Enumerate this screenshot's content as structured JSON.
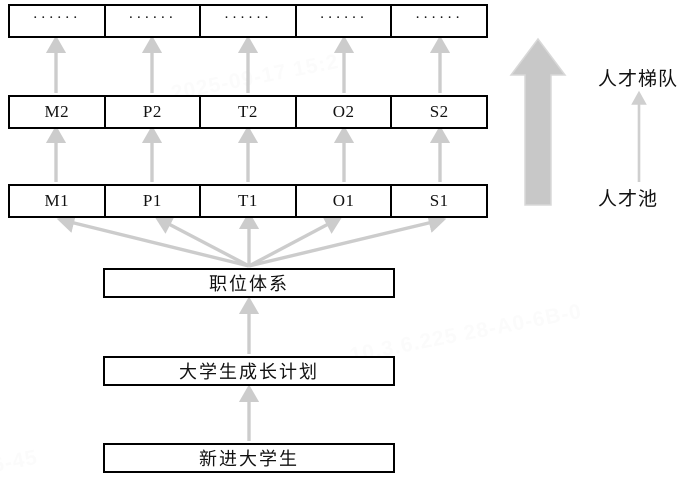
{
  "diagram": {
    "title": "talent-pipeline-career-ladder",
    "colors": {
      "box_border": "#000000",
      "text": "#111111",
      "arrow_gray": "#cccccc",
      "block_arrow_gray": "#c8c8c8",
      "background": "#ffffff",
      "watermark": "#fbfbfb"
    },
    "rows": [
      {
        "id": "row-top",
        "name": "ellipsis-row",
        "cells": [
          {
            "label": "······"
          },
          {
            "label": "······"
          },
          {
            "label": "······"
          },
          {
            "label": "······"
          },
          {
            "label": "······"
          }
        ]
      },
      {
        "id": "row-mid",
        "name": "level-2-row",
        "cells": [
          {
            "label": "M2"
          },
          {
            "label": "P2"
          },
          {
            "label": "T2"
          },
          {
            "label": "O2"
          },
          {
            "label": "S2"
          }
        ]
      },
      {
        "id": "row-base",
        "name": "level-1-row",
        "cells": [
          {
            "label": "M1"
          },
          {
            "label": "P1"
          },
          {
            "label": "T1"
          },
          {
            "label": "O1"
          },
          {
            "label": "S1"
          }
        ]
      }
    ],
    "stack": [
      {
        "id": "box-position",
        "label": "职位体系"
      },
      {
        "id": "box-growth",
        "label": "大学生成长计划"
      },
      {
        "id": "box-newgrad",
        "label": "新进大学生"
      }
    ],
    "side_labels": {
      "top": "人才梯队",
      "bottom": "人才池"
    },
    "watermarks": {
      "top": "2025-09-17 15:2",
      "middle": "10.3.6.225  28-A0-6B-0",
      "bottom": "6-45"
    }
  }
}
